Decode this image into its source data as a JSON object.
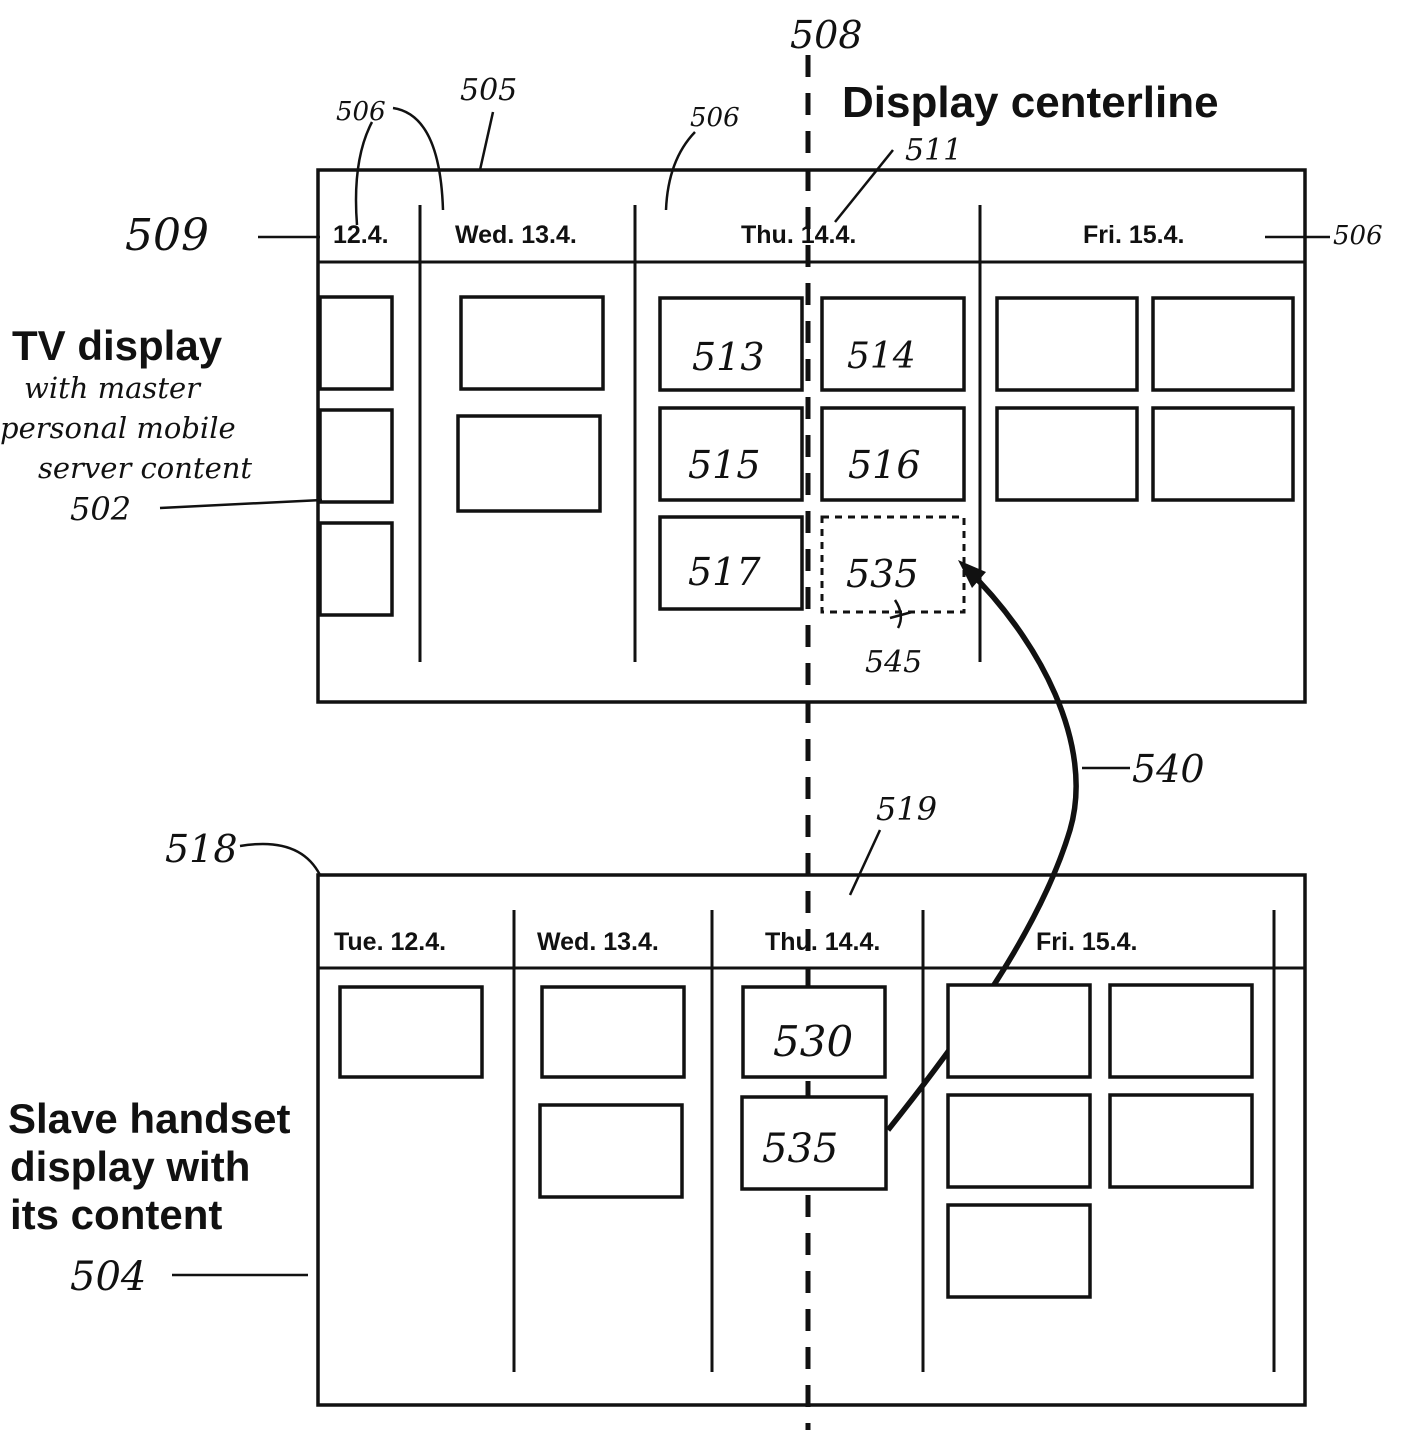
{
  "reference_numerals": {
    "n508": "508",
    "n505": "505",
    "n506_left": "506",
    "n506_mid": "506",
    "n506_right": "506",
    "n509": "509",
    "n511": "511",
    "n502": "502",
    "n545": "545",
    "n540": "540",
    "n519": "519",
    "n518": "518",
    "n504": "504"
  },
  "display_centerline_label": "Display centerline",
  "tv_display": {
    "title": "TV display",
    "caption_lines": [
      "with master",
      "personal mobile",
      "server content"
    ],
    "headers": [
      "12.4.",
      "Wed. 13.4.",
      "Thu. 14.4.",
      "Fri. 15.4."
    ],
    "tiles": {
      "t513": "513",
      "t514": "514",
      "t515": "515",
      "t516": "516",
      "t517": "517",
      "t535": "535"
    }
  },
  "handset_display": {
    "title_lines": [
      "Slave handset",
      "display with",
      "its content"
    ],
    "headers": [
      "Tue. 12.4.",
      "Wed. 13.4.",
      "Thu. 14.4.",
      "Fri. 15.4."
    ],
    "tiles": {
      "t530": "530",
      "t535": "535"
    }
  }
}
